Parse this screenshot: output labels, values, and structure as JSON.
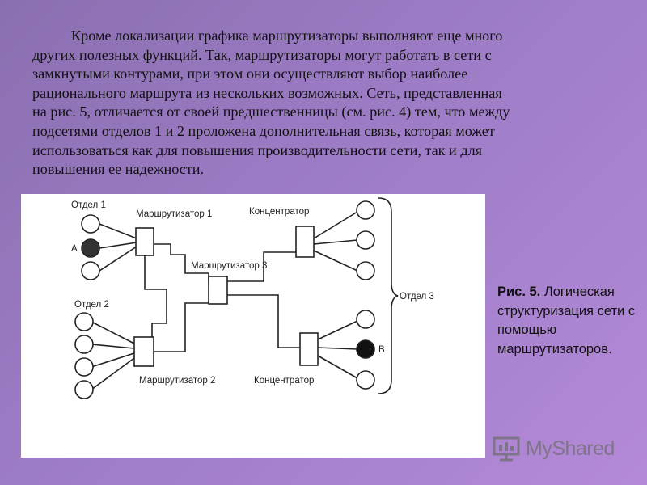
{
  "paragraph": [
    "Кроме локализации графика маршрутизаторы выполняют еще много",
    "других полезных функций. Так, маршрутизаторы могут работать в сети с",
    "замкнутыми контурами, при этом они осуществляют выбор наиболее",
    "рационального маршрута из нескольких возможных. Сеть, представленная",
    "на рис. 5, отличается от своей предшественницы (см. рис. 4) тем, что между",
    "подсетями отделов 1 и 2 проложена дополнительная связь, которая может",
    "использоваться как для повышения производительности сети, так и для",
    "повышения ее надежности."
  ],
  "diagram": {
    "dept1": "Отдел 1",
    "dept2": "Отдел 2",
    "dept3": "Отдел 3",
    "router1": "Маршрутизатор 1",
    "router2": "Маршрутизатор 2",
    "router3": "Маршрутизатор 3",
    "hub_top": "Концентратор",
    "hub_bottom": "Концентратор",
    "node_a": "A",
    "node_b": "B"
  },
  "caption": {
    "label": "Рис. 5.",
    "text": "Логическая структуризация сети с помощью маршрутизаторов."
  },
  "watermark": {
    "text": "MyShared",
    "icon": "presentation-screen-icon"
  }
}
